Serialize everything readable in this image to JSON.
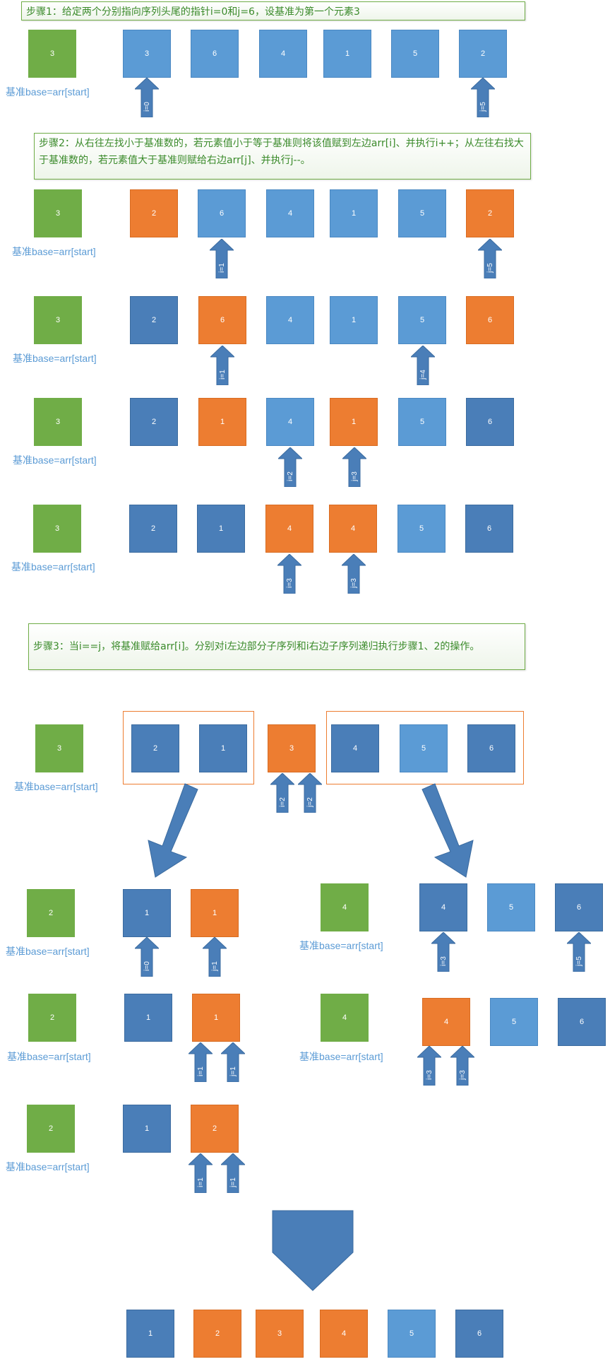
{
  "colors": {
    "green": "#70ad47",
    "blue": "#5b9bd5",
    "dark_blue": "#4a7eb8",
    "orange": "#ed7d31",
    "step_text": "#3a8a2a"
  },
  "steps": [
    {
      "text": "步骤1：给定两个分别指向序列头尾的指针i=0和j=6，设基准为第一个元素3"
    },
    {
      "text": "步骤2：从右往左找小于基准数的，若元素值小于等于基准则将该值赋到左边arr[i]、并执行i++；从左往右找大于基准数的，若元素值大于基准则赋给右边arr[j]、并执行j--。"
    },
    {
      "text": "步骤3：当i==j，将基准赋给arr[i]。分别对i左边部分子序列和i右边子序列递归执行步骤1、2的操作。"
    }
  ],
  "base_label": "基准base=arr[start]",
  "rows": [
    {
      "pivot": "3",
      "cells": [
        "3",
        "6",
        "4",
        "1",
        "5",
        "2"
      ],
      "pointers": [
        "i=0",
        "j=5"
      ]
    },
    {
      "pivot": "3",
      "cells": [
        "2",
        "6",
        "4",
        "1",
        "5",
        "2"
      ],
      "pointers": [
        "i=1",
        "j=5"
      ]
    },
    {
      "pivot": "3",
      "cells": [
        "2",
        "6",
        "4",
        "1",
        "5",
        "6"
      ],
      "pointers": [
        "i=1",
        "j=4"
      ]
    },
    {
      "pivot": "3",
      "cells": [
        "2",
        "1",
        "4",
        "1",
        "5",
        "6"
      ],
      "pointers": [
        "i=2",
        "j=3"
      ]
    },
    {
      "pivot": "3",
      "cells": [
        "2",
        "1",
        "4",
        "4",
        "5",
        "6"
      ],
      "pointers": [
        "i=3",
        "j=3"
      ]
    },
    {
      "pivot": "3",
      "cells": [
        "2",
        "1",
        "3",
        "4",
        "5",
        "6"
      ],
      "pointers": [
        "i=2",
        "j=2"
      ]
    }
  ],
  "left_rows": [
    {
      "pivot": "2",
      "cells": [
        "1",
        "1"
      ],
      "pointers": [
        "i=0",
        "j=1"
      ]
    },
    {
      "pivot": "2",
      "cells": [
        "1",
        "1"
      ],
      "pointers": [
        "i=1",
        "j=1"
      ]
    },
    {
      "pivot": "2",
      "cells": [
        "1",
        "2"
      ],
      "pointers": [
        "i=1",
        "j=1"
      ]
    }
  ],
  "right_rows": [
    {
      "pivot": "4",
      "cells": [
        "4",
        "5",
        "6"
      ],
      "pointers": [
        "i=3",
        "j=5"
      ]
    },
    {
      "pivot": "4",
      "cells": [
        "4",
        "5",
        "6"
      ],
      "pointers": [
        "i=3",
        "j=3"
      ]
    }
  ],
  "final": [
    "1",
    "2",
    "3",
    "4",
    "5",
    "6"
  ]
}
